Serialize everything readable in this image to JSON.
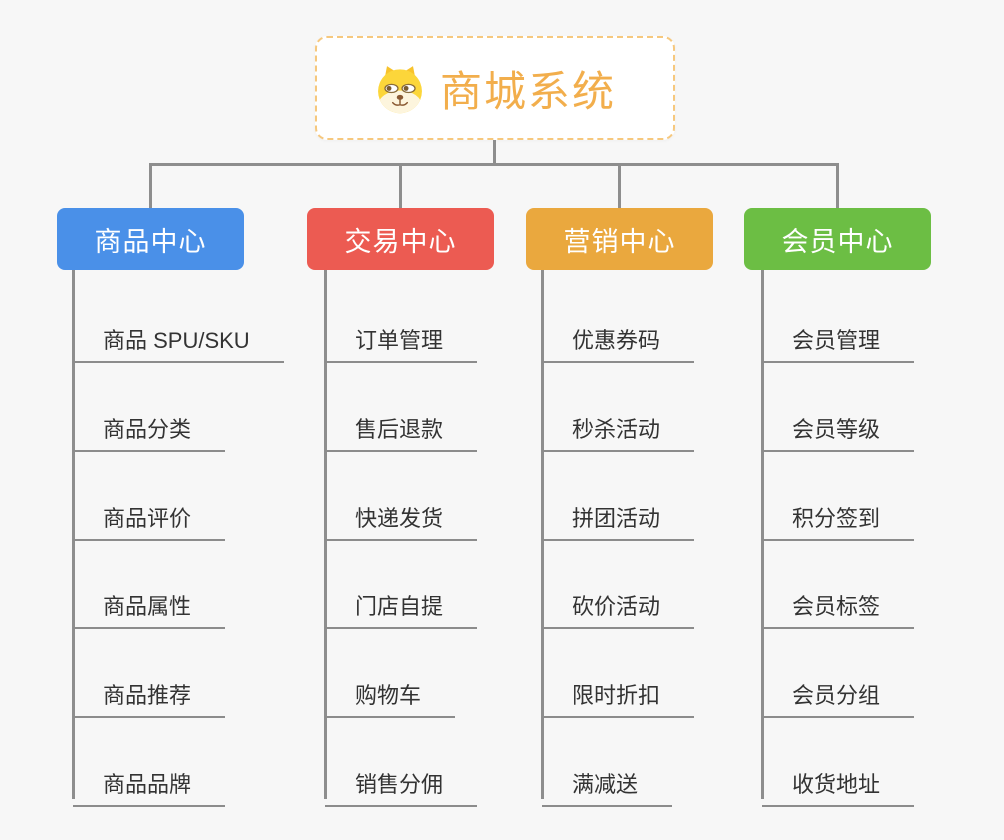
{
  "root": {
    "title": "商城系统",
    "icon": "doge-icon"
  },
  "branches": [
    {
      "label": "商品中心",
      "color": "#4a90e8",
      "items": [
        "商品 SPU/SKU",
        "商品分类",
        "商品评价",
        "商品属性",
        "商品推荐",
        "商品品牌"
      ]
    },
    {
      "label": "交易中心",
      "color": "#ec5b52",
      "items": [
        "订单管理",
        "售后退款",
        "快递发货",
        "门店自提",
        "购物车",
        "销售分佣"
      ]
    },
    {
      "label": "营销中心",
      "color": "#eaa83e",
      "items": [
        "优惠券码",
        "秒杀活动",
        "拼团活动",
        "砍价活动",
        "限时折扣",
        "满减送"
      ]
    },
    {
      "label": "会员中心",
      "color": "#6cbe44",
      "items": [
        "会员管理",
        "会员等级",
        "积分签到",
        "会员标签",
        "会员分组",
        "收货地址"
      ]
    }
  ],
  "theme": {
    "background": "#f7f7f7",
    "connector_color": "#8e8e8e",
    "root_border_color": "#f6c87e",
    "root_title_color": "#f2ae4c",
    "leaf_text_color": "#333333",
    "leaf_underline_color": "#8c8c8c"
  }
}
